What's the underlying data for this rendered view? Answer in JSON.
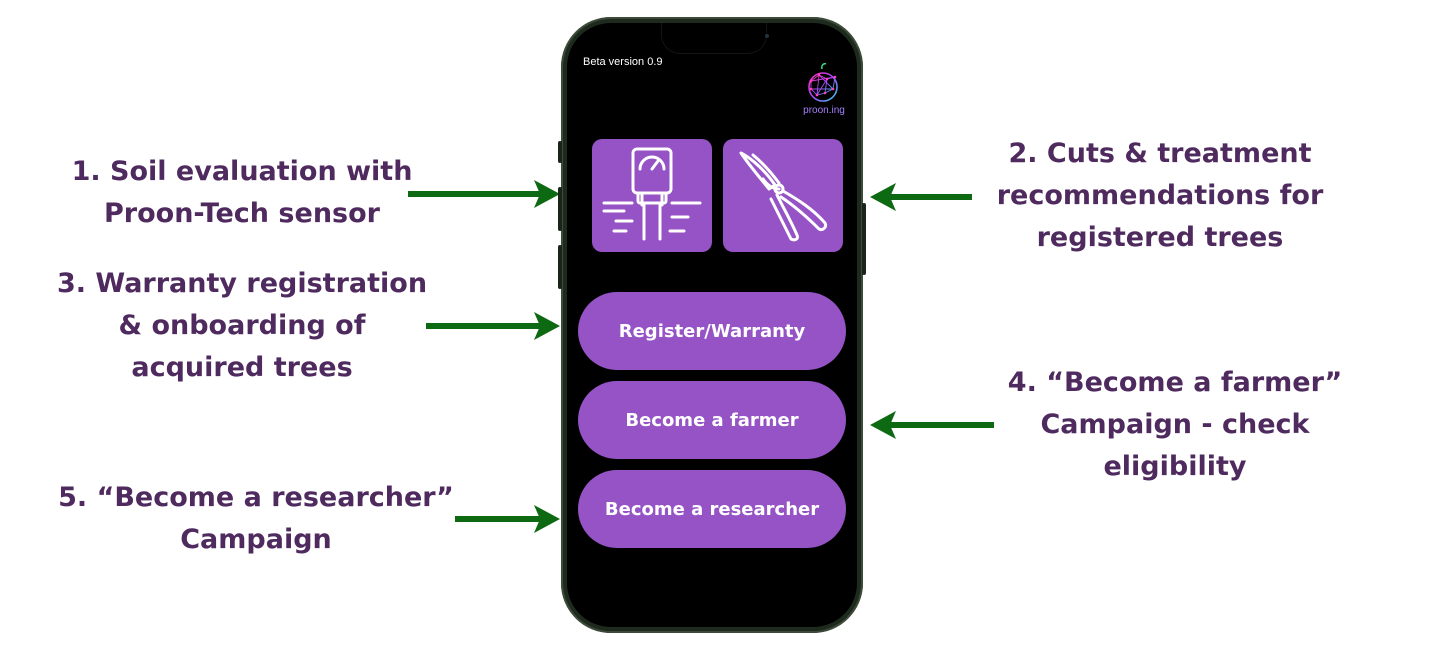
{
  "callouts": {
    "soil": {
      "line1": "1. Soil evaluation with",
      "line2": "Proon-Tech sensor"
    },
    "cuts": {
      "line1": "2. Cuts & treatment",
      "line2": "recommendations for",
      "line3": "registered trees"
    },
    "warranty": {
      "line1": "3. Warranty registration",
      "line2": "& onboarding of",
      "line3": "acquired trees"
    },
    "farmer": {
      "line1": "4. “Become a farmer”",
      "line2": "Campaign - check",
      "line3": "eligibility"
    },
    "researcher": {
      "line1": "5. “Become a researcher”",
      "line2": "Campaign"
    }
  },
  "phone": {
    "version_label": "Beta version 0.9",
    "logo_text": "proon.ing",
    "tiles": [
      {
        "icon": "soil-sensor-icon"
      },
      {
        "icon": "pruning-shears-icon"
      }
    ],
    "buttons": {
      "register": "Register/Warranty",
      "farmer": "Become a farmer",
      "researcher": "Become a researcher"
    }
  },
  "colors": {
    "accent": "#9553c6",
    "callout_text": "#4e2a5e",
    "arrow": "#0e6a12",
    "screen": "#000000"
  }
}
